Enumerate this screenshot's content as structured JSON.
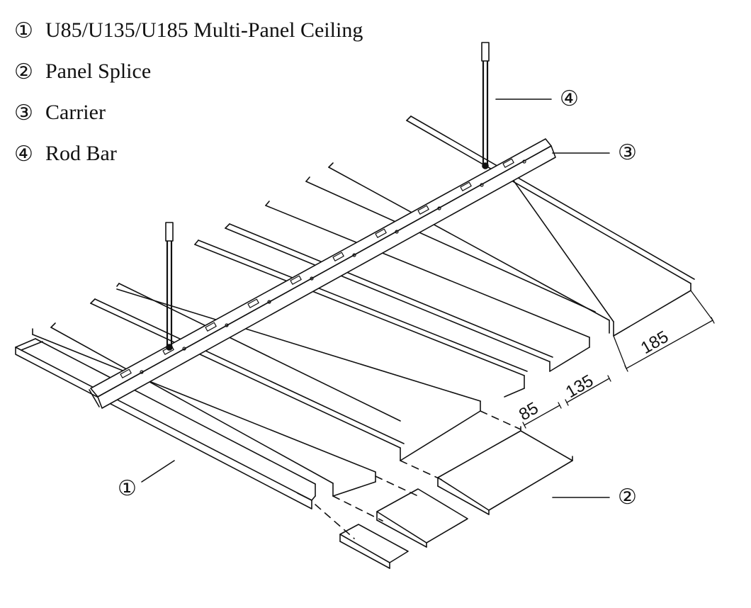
{
  "legend": [
    {
      "num": "①",
      "text": "U85/U135/U185 Multi-Panel Ceiling"
    },
    {
      "num": "②",
      "text": "Panel Splice"
    },
    {
      "num": "③",
      "text": "Carrier"
    },
    {
      "num": "④",
      "text": "Rod Bar"
    }
  ],
  "callouts": {
    "rod_bar": "④",
    "carrier": "③",
    "panel_splice": "②",
    "panel": "①"
  },
  "dimensions": {
    "d85": "85",
    "d135": "135",
    "d185": "185"
  }
}
